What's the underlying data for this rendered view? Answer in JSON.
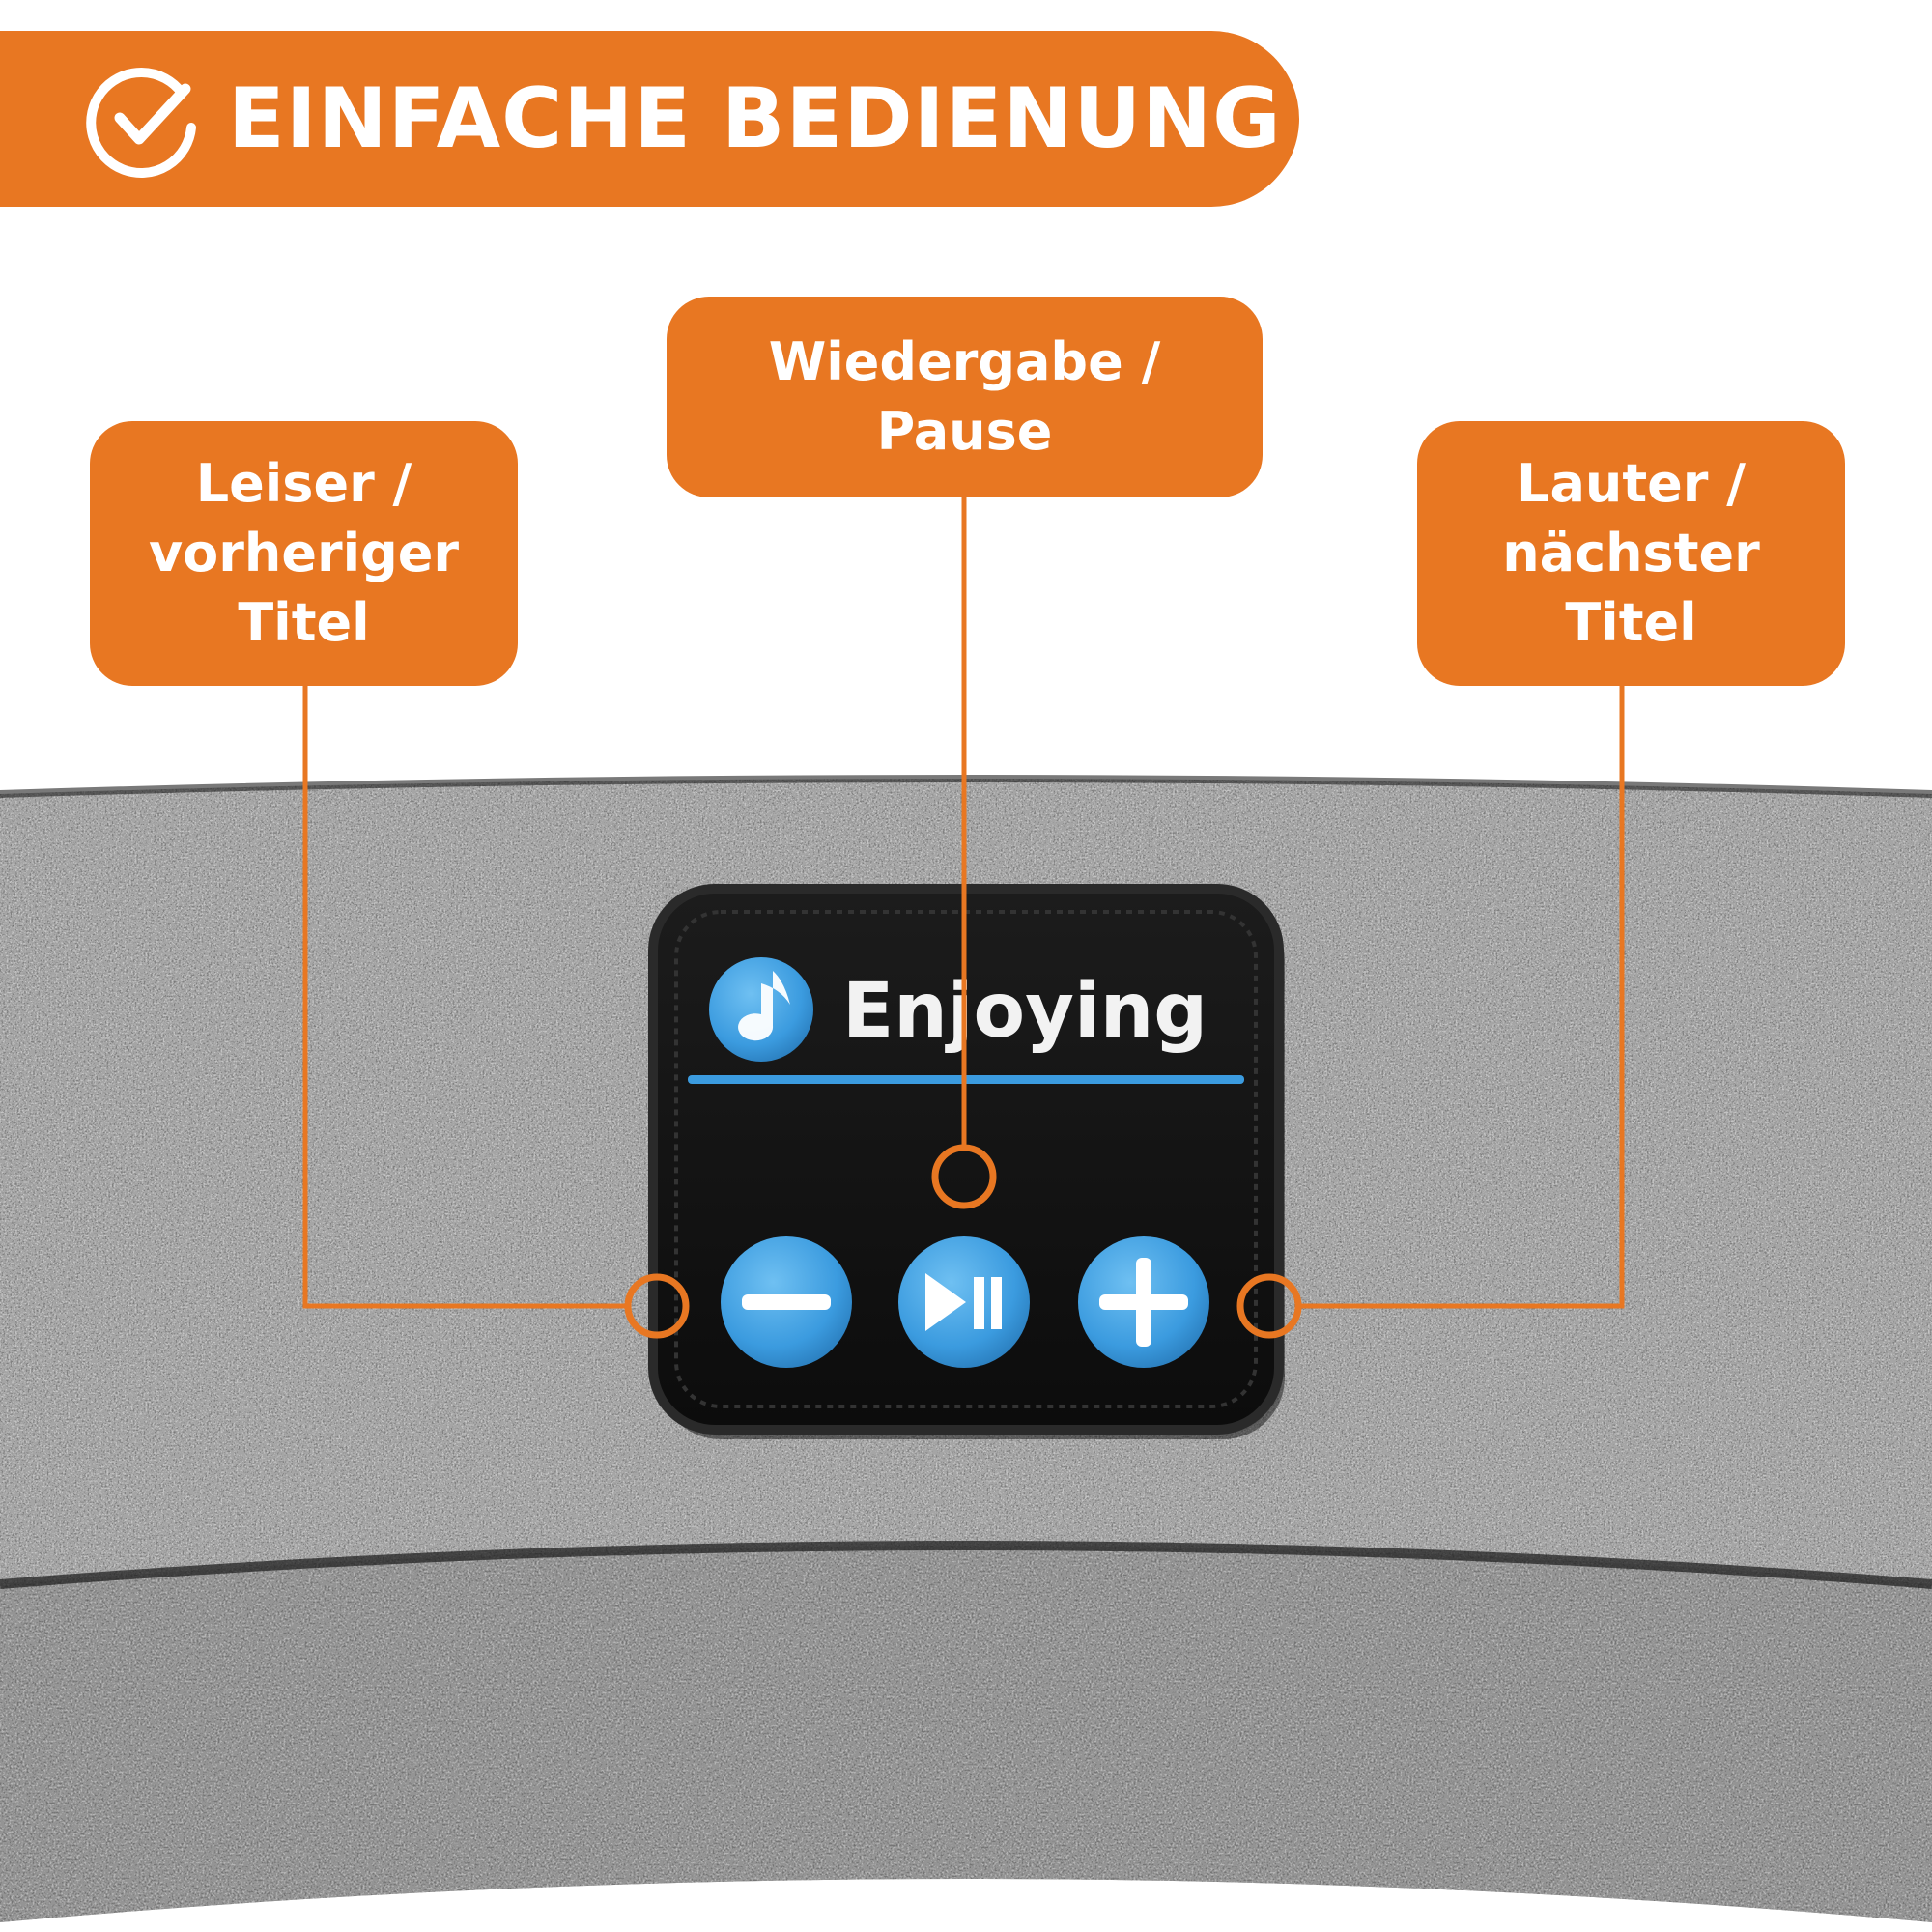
{
  "header": {
    "title": "EINFACHE BEDIENUNG",
    "icon": "check-circle-icon"
  },
  "callouts": {
    "left": {
      "lines": [
        "Leiser /",
        "vorheriger",
        "Titel"
      ]
    },
    "center": {
      "lines": [
        "Wiedergabe /",
        "Pause"
      ]
    },
    "right": {
      "lines": [
        "Lauter /",
        "nächster",
        "Titel"
      ]
    }
  },
  "patch": {
    "label": "Enjoying",
    "icons": [
      "music-note-icon",
      "minus-icon",
      "play-pause-icon",
      "plus-icon"
    ]
  },
  "colors": {
    "accent": "#E87722",
    "button_blue": "#3B9BDF",
    "patch_black": "#111111",
    "fabric_dark": "#2e2e2e",
    "fabric_light": "#7a7a7a"
  }
}
